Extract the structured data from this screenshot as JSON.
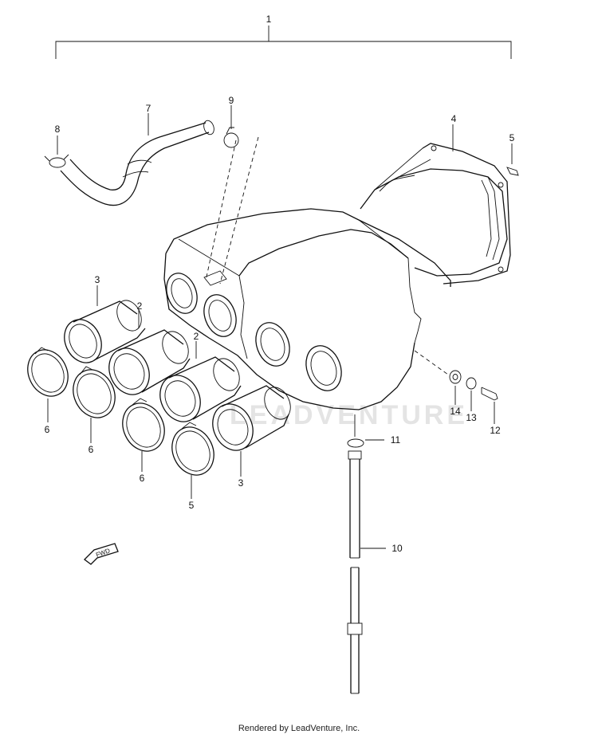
{
  "labels": {
    "p1": "1",
    "p2a": "2",
    "p2b": "2",
    "p3a": "3",
    "p3b": "3",
    "p4": "4",
    "p5a": "5",
    "p5b": "5",
    "p6a": "6",
    "p6b": "6",
    "p6c": "6",
    "p7": "7",
    "p8": "8",
    "p9": "9",
    "p10": "10",
    "p11": "11",
    "p12": "12",
    "p13": "13",
    "p14": "14"
  },
  "fwd": "FWD",
  "watermark": "LEADVENTURE",
  "footer": "Rendered by LeadVenture, Inc."
}
